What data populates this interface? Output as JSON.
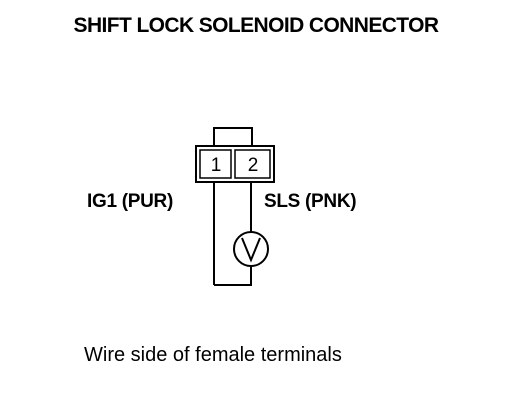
{
  "title": "SHIFT LOCK SOLENOID CONNECTOR",
  "connector": {
    "pins": [
      "1",
      "2"
    ]
  },
  "wires": {
    "left_label": "IG1 (PUR)",
    "right_label": "SLS (PNK)"
  },
  "load_symbol": "voltmeter-icon",
  "caption": "Wire side of female terminals"
}
